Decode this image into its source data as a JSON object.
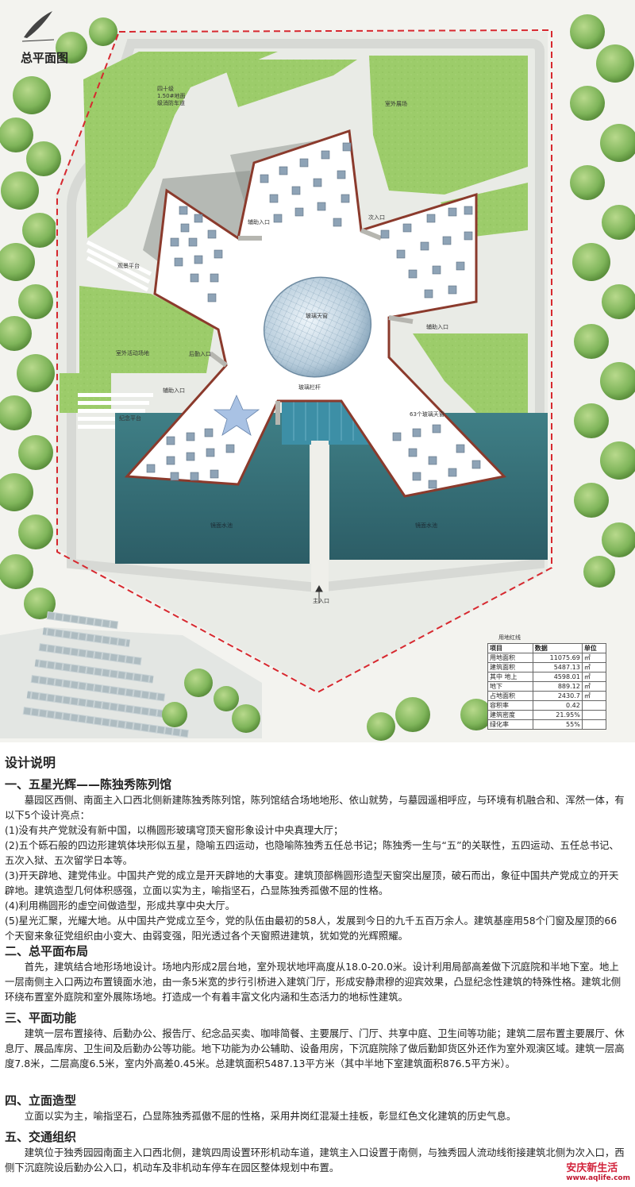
{
  "plan": {
    "title": "总平面图",
    "labels": {
      "parking_note": "四十级\n1.50#地面\n级消防车道",
      "outdoor_exhibit": "室外展场",
      "staff_entrance_top": "辅助入口",
      "secondary_entrance": "次入口",
      "viewing_platform": "观景平台",
      "glass_skylight": "玻璃天窗",
      "aux_entrance_right": "辅助入口",
      "back_entrance": "后勤入口",
      "outdoor_activity": "室外活动场地",
      "glass_railing": "玻璃栏杆",
      "window_count": "63个玻璃天窗",
      "aux_entrance_left": "辅助入口",
      "memorial_platform": "纪念平台",
      "mirror_pool_left": "镜面水池",
      "mirror_pool_right": "镜面水池",
      "main_entrance": "主入口",
      "site_redline": "用地红线"
    },
    "table": {
      "headers": [
        "项目",
        "数据",
        "单位"
      ],
      "rows": [
        [
          "用地面积",
          "11075.69",
          "㎡"
        ],
        [
          "建筑面积",
          "5487.13",
          "㎡"
        ],
        [
          "其中 地上",
          "4598.01",
          "㎡"
        ],
        [
          "地下",
          "889.12",
          "㎡"
        ],
        [
          "占地面积",
          "2430.7",
          "㎡"
        ],
        [
          "容积率",
          "0.42",
          ""
        ],
        [
          "建筑密度",
          "21.95%",
          ""
        ],
        [
          "绿化率",
          "55%",
          ""
        ]
      ]
    }
  },
  "doc": {
    "heading": "设计说明",
    "s1_title": "一、五星光辉——陈独秀陈列馆",
    "s1_p0": "墓园区西侧、南面主入口西北侧新建陈独秀陈列馆，陈列馆结合场地地形、依山就势，与墓园遥相呼应，与环境有机融合和、浑然一体，有以下5个设计亮点：",
    "s1_p1": "(1)没有共产党就没有新中国，以椭圆形玻璃穹顶天窗形象设计中央真理大厅；",
    "s1_p2": "(2)五个砾石般的四边形建筑体块形似五星，隐喻五四运动，也隐喻陈独秀五任总书记；陈独秀一生与“五”的关联性，五四运动、五任总书记、五次入狱、五次留学日本等。",
    "s1_p3": "(3)开天辟地、建党伟业。中国共产党的成立是开天辟地的大事变。建筑顶部椭圆形造型天窗突出屋顶，破石而出，象征中国共产党成立的开天辟地。建筑造型几何体积感强，立面以实为主，喻指坚石，凸显陈独秀孤傲不屈的性格。",
    "s1_p4": "(4)利用椭圆形的虚空间做造型，形成共享中央大厅。",
    "s1_p5": "(5)星光汇聚，光耀大地。从中国共产党成立至今，党的队伍由最初的58人，发展到今日的九千五百万余人。建筑基座用58个门窗及屋顶的66个天窗来象征党组织由小变大、由弱变强，阳光透过各个天窗照进建筑，犹如党的光辉照耀。",
    "s2_title": "二、总平面布局",
    "s2_p": "首先，建筑结合地形场地设计。场地内形成2层台地，室外现状地坪高度从18.0-20.0米。设计利用局部高差做下沉庭院和半地下室。地上一层南侧主入口两边布置镜面水池，由一条5米宽的步行引桥进入建筑门厅，形成安静肃穆的迎宾效果，凸显纪念性建筑的特殊性格。建筑北侧环绕布置室外庭院和室外展陈场地。打造成一个有着丰富文化内涵和生态活力的地标性建筑。",
    "s3_title": "三、平面功能",
    "s3_p": "建筑一层布置接待、后勤办公、报告厅、纪念品买卖、咖啡简餐、主要展厅、门厅、共享中庭、卫生间等功能；建筑二层布置主要展厅、休息厅、展品库房、卫生间及后勤办公等功能。地下功能为办公辅助、设备用房，下沉庭院除了做后勤卸货区外还作为室外观演区域。建筑一层高度7.8米，二层高度6.5米，室内外高差0.45米。总建筑面积5487.13平方米（其中半地下室建筑面积876.5平方米）。",
    "s4_title": "四、立面造型",
    "s4_p": "立面以实为主，喻指坚石，凸显陈独秀孤傲不屈的性格，采用井岗红混凝土挂板，彰显红色文化建筑的历史气息。",
    "s5_title": "五、交通组织",
    "s5_p": "建筑位于独秀园园南面主入口西北侧，建筑四周设置环形机动车道，建筑主入口设置于南侧，与独秀园人流动线衔接建筑北侧为次入口，西侧下沉庭院设后勤办公入口，机动车及非机动车停车在园区整体规划中布置。"
  },
  "watermark": {
    "brand": "安庆新生活",
    "url": "www.aqlife.com"
  }
}
